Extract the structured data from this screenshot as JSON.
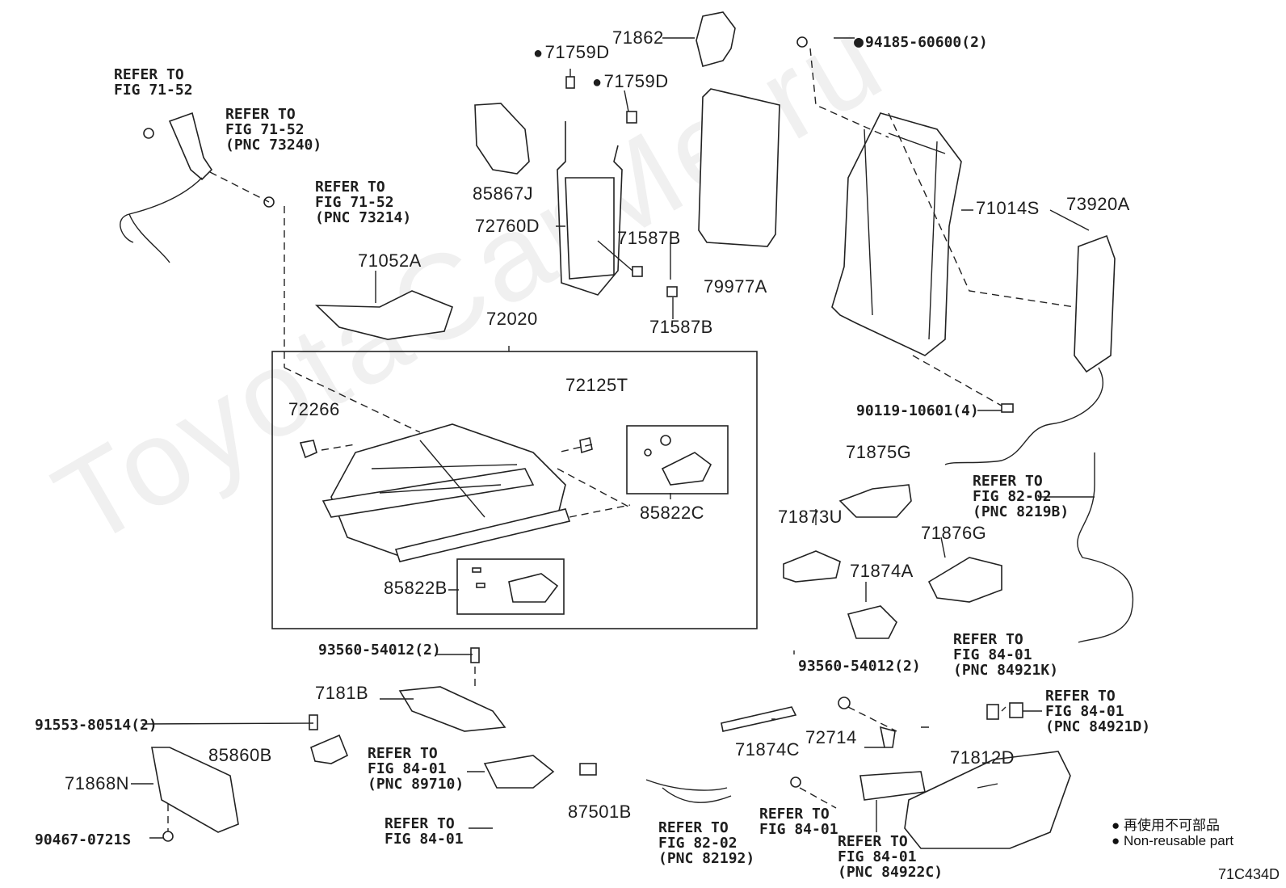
{
  "figure_id": "71C434D",
  "watermark": "ToyotaCarMe.ru",
  "legend": {
    "jp": "再使用不可部品",
    "en": "Non-reusable part"
  },
  "labels": {
    "refer_71_52_a": "REFER TO\nFIG 71-52",
    "refer_71_52_b": "REFER TO\nFIG 71-52\n(PNC 73240)",
    "refer_71_52_c": "REFER TO\nFIG 71-52\n(PNC 73214)",
    "p71052A": "71052A",
    "p72020": "72020",
    "p72266": "72266",
    "p72125T": "72125T",
    "p85822C": "85822C",
    "p85822B": "85822B",
    "p71759D_a": "71759D",
    "p71759D_b": "71759D",
    "p71862": "71862",
    "p94185": "94185-60600(2)",
    "p85867J": "85867J",
    "p72760D": "72760D",
    "p71587B_a": "71587B",
    "p71587B_b": "71587B",
    "p79977A": "79977A",
    "p71014S": "71014S",
    "p73920A": "73920A",
    "p90119": "90119-10601(4)",
    "refer_82_02_a": "REFER TO\nFIG 82-02\n(PNC 8219B)",
    "p71875G": "71875G",
    "p71873U": "71873U",
    "p71876G": "71876G",
    "p71874A": "71874A",
    "p93560_a": "93560-54012(2)",
    "p7181B": "7181B",
    "p91553": "91553-80514(2)",
    "p85860B": "85860B",
    "p71868N": "71868N",
    "p90467": "90467-0721S",
    "refer_84_01_a": "REFER TO\nFIG 84-01\n(PNC 89710)",
    "refer_84_01_b": "REFER TO\nFIG 84-01",
    "p87501B": "87501B",
    "refer_82_02_b": "REFER TO\nFIG 82-02\n(PNC 82192)",
    "p93560_b": "93560-54012(2)",
    "p71874C": "71874C",
    "p72714": "72714",
    "refer_84_01_c": "REFER TO\nFIG 84-01",
    "refer_84_01_d": "REFER TO\nFIG 84-01\n(PNC 84922C)",
    "p71812D": "71812D",
    "refer_84_01_e": "REFER TO\nFIG 84-01\n(PNC 84921K)",
    "refer_84_01_f": "REFER TO\nFIG 84-01\n(PNC 84921D)"
  }
}
